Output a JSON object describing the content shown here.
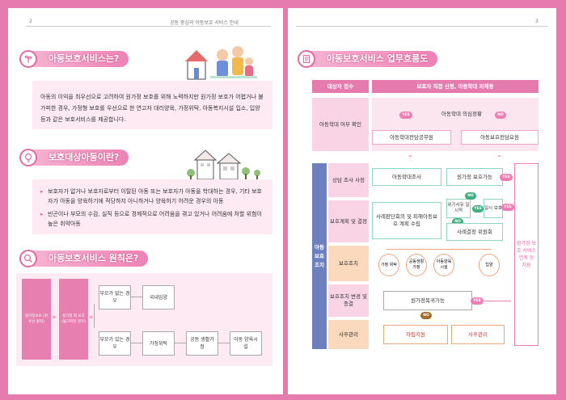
{
  "left_page": {
    "page_number": "2",
    "header_title": "공동 중심의 아동보호 서비스 안내",
    "section1": {
      "title": "아동보호서비스는?",
      "text": "아동의 이익을 최우선으로 고려하여 원가정 보호를 위해 노력하지만 원가정 보호가 어렵거나 불가피한 경우, 가정형 보호를 우선으로 한 연고자 대리양육, 가정위탁, 아동복지시설 입소, 입양 등과 같은 보호서비스를 제공합니다."
    },
    "section2": {
      "title": "보호대상아동이란?",
      "bullets": [
        "보호자가 없거나 보호자로부터 이탈된 아동 또는 보호자가 아동을 학대하는 경우, 기타 보호자가 아동을 양육하기에 적당하지 아니하거나 양육하기 어려운 경우의 아동",
        "빈곤이나 부모의 수감, 실직 등으로 경제적으로 어려움을 겪고 있거나 어려움에 처할 위험이 높은 취약아동"
      ]
    },
    "section3": {
      "title": "아동보호서비스 원칙은?",
      "side_boxes": [
        "원가정보호 (최우선 원칙)",
        "원가정 외 보호 (불가피한 경우)"
      ],
      "row1_case": "부모가 없는 경우",
      "row1_result": "국내입양",
      "row2_case": "부모가 있는 경우",
      "row2_steps": [
        "가정위탁",
        "공동 생활가정",
        "아동 양육시설"
      ]
    }
  },
  "right_page": {
    "page_number": "3",
    "title": "아동보호서비스 업무흐름도",
    "header": {
      "left": "대상자 접수",
      "right": "보호자 직접 신청, 아동학대 피해등"
    },
    "vertical_label": "아동 보호 조치",
    "rows": [
      "아동학대 여부 확인",
      "상담 조사 사정",
      "보호계획 및 결정",
      "보호조치",
      "보호조치 변경 및 종결",
      "사후관리"
    ],
    "abuse_check": "아동학대 의심정황",
    "abuse_officer": "아동학대전담공무원",
    "protection_officer": "아동보호전담요원",
    "investigator": "아동학대조사",
    "family_possible": "원가정 보호가능",
    "plan_case": "사례판단회의 및 피해아동보호 계획 수립",
    "committee_q": "위기사유 일시적",
    "temp_protect": "일시 보호",
    "committee": "사례결정 위원회",
    "measures": [
      "가정 위탁",
      "공동생활 가정",
      "아동양육 시설",
      "입양"
    ],
    "return_home": "원가정복귀가능",
    "independence": "자립지원",
    "aftercare": "사후관리",
    "family_service": "원가정 보호 서비스 연계 등 지원",
    "badges": {
      "yes": "YES",
      "no": "NO"
    }
  }
}
